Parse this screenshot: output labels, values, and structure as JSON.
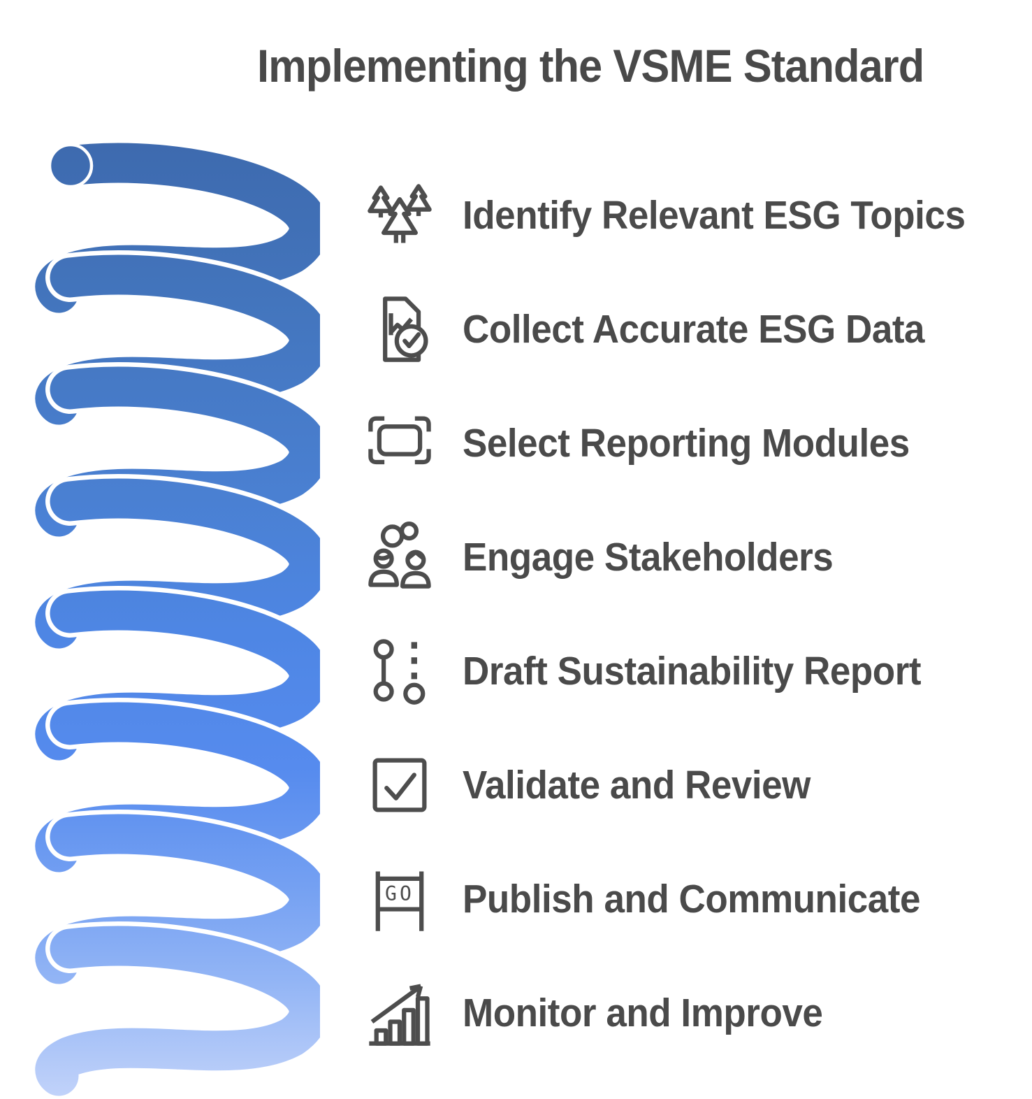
{
  "title": "Implementing the VSME Standard",
  "steps": [
    {
      "label": "Identify Relevant ESG Topics",
      "icon": "forest-icon"
    },
    {
      "label": "Collect Accurate ESG Data",
      "icon": "document-check-icon"
    },
    {
      "label": "Select Reporting Modules",
      "icon": "select-frame-icon"
    },
    {
      "label": "Engage Stakeholders",
      "icon": "stakeholders-icon"
    },
    {
      "label": "Draft Sustainability Report",
      "icon": "timeline-icon"
    },
    {
      "label": "Validate and Review",
      "icon": "checkbox-icon"
    },
    {
      "label": "Publish and Communicate",
      "icon": "go-sign-icon"
    },
    {
      "label": "Monitor and Improve",
      "icon": "growth-chart-icon"
    }
  ],
  "go_sign_text": "GO",
  "colors": {
    "text": "#4a4a4a",
    "icon_stroke": "#4d4d4d",
    "spiral_top": "#3d69ad",
    "spiral_mid": "#4e86e4",
    "spiral_bottom": "#c2d3fa",
    "spiral_outline": "#ffffff"
  }
}
